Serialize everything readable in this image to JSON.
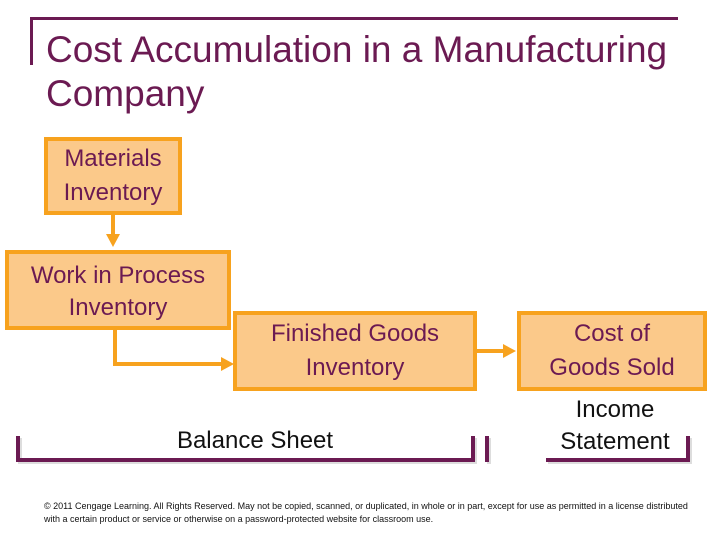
{
  "title": "Cost Accumulation in a Manufacturing Company",
  "boxes": {
    "materials": "Materials\nInventory",
    "wip": "Work in Process\nInventory",
    "finished": "Finished Goods\nInventory",
    "cogs": "Cost of\nGoods Sold"
  },
  "labels": {
    "balance_sheet": "Balance Sheet",
    "income_statement": "Income\nStatement"
  },
  "footer": "© 2011 Cengage Learning. All Rights Reserved. May not be copied, scanned, or duplicated, in whole or in part, except for use as permitted in a license distributed with a certain product or service or otherwise on a password-protected website for classroom use.",
  "colors": {
    "title": "#6b1a52",
    "box_fill": "#fbc98a",
    "box_border": "#f7a21e",
    "bracket": "#6b1a52"
  }
}
